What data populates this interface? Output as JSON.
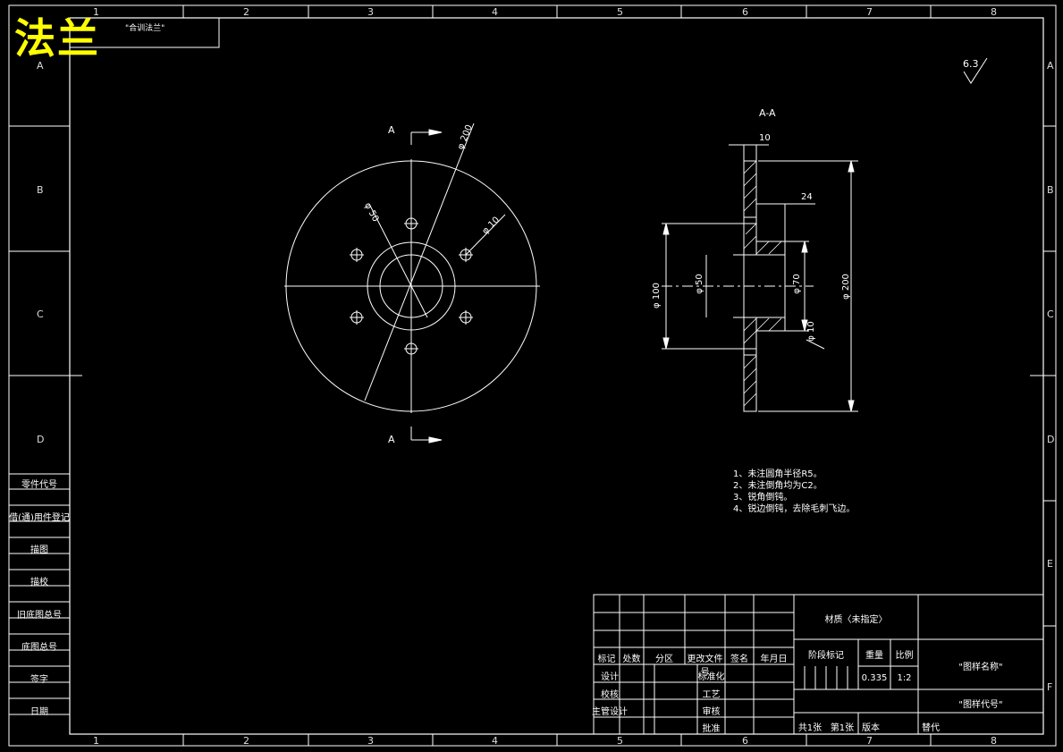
{
  "title": {
    "main": "法兰",
    "sub": "\"合训法兰\""
  },
  "zones": {
    "columns": [
      "1",
      "2",
      "3",
      "4",
      "5",
      "6",
      "7",
      "8"
    ],
    "rows": [
      "A",
      "B",
      "C",
      "D",
      "E",
      "F"
    ]
  },
  "left_block": [
    "零件代号",
    "借(通)用件登记",
    "描图",
    "描校",
    "旧底图总号",
    "底图总号",
    "签字",
    "日期"
  ],
  "roughness": "6.3",
  "views": {
    "section_mark": "A",
    "section_title": "A-A"
  },
  "dimensions": {
    "front": {
      "d200": "φ 200",
      "d50": "φ 50",
      "d10": "φ 10"
    },
    "section": {
      "t10": "10",
      "l24": "24",
      "d50": "φ 50",
      "d70": "φ 70",
      "d100": "φ 100",
      "d200": "φ 200",
      "d10": "φ 10"
    }
  },
  "notes": [
    "1、未注圆角半径R5。",
    "2、未注倒角均为C2。",
    "3、锐角倒钝。",
    "4、锐边倒钝，去除毛刺飞边。"
  ],
  "title_block": {
    "material": "材质〈未指定〉",
    "header_row": [
      "标记",
      "处数",
      "分区",
      "更改文件号",
      "签名",
      "年月日"
    ],
    "roles_left": [
      "设计",
      "校核",
      "主管设计"
    ],
    "roles_mid": [
      "标准化",
      "工艺",
      "审核",
      "批准"
    ],
    "stage_mark": "阶段标记",
    "weight_label": "重量",
    "scale_label": "比例",
    "weight": "0.335",
    "scale": "1:2",
    "drawing_name": "\"图样名称\"",
    "drawing_code": "\"图样代号\"",
    "sheets_total": "共1张",
    "sheet_no": "第1张",
    "version": "版本",
    "replace": "替代"
  }
}
